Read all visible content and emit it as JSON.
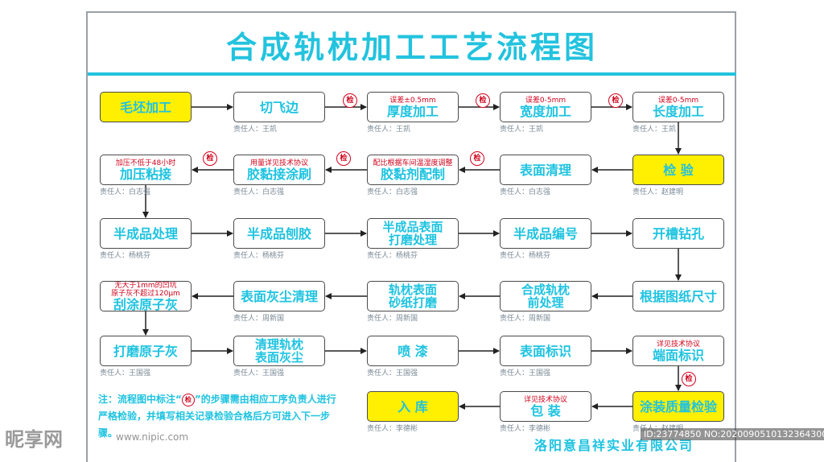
{
  "title": "合成轨枕加工工艺流程图",
  "check_label": "检",
  "steps": [
    {
      "label": "毛坯加工",
      "note": "",
      "resp": ""
    },
    {
      "label": "切飞边",
      "note": "",
      "resp": "责任人：王凯"
    },
    {
      "label": "厚度加工",
      "note": "误差±0.5mm",
      "resp": "责任人：王凯"
    },
    {
      "label": "宽度加工",
      "note": "误差0-5mm",
      "resp": "责任人：王凯"
    },
    {
      "label": "长度加工",
      "note": "误差0-5mm",
      "resp": "责任人：王凯"
    },
    {
      "label": "检  验",
      "note": "",
      "resp": "责任人：赵建明"
    },
    {
      "label": "表面清理",
      "note": "",
      "resp": "责任人：白志强"
    },
    {
      "label": "胶黏剂配制",
      "note": "配比根据车间温湿度调整",
      "resp": "责任人：白志强"
    },
    {
      "label": "胶黏接涂刷",
      "note": "用量详见技术协议",
      "resp": "责任人：白志强"
    },
    {
      "label": "加压粘接",
      "note": "加压不低于48小时",
      "resp": "责任人：白志强"
    },
    {
      "label": "半成品处理",
      "note": "",
      "resp": "责任人：杨桃芬"
    },
    {
      "label": "半成品刨胶",
      "note": "",
      "resp": "责任人：杨桃芬"
    },
    {
      "label": "半成品表面\n打磨处理",
      "note": "",
      "resp": "责任人：杨桃芬"
    },
    {
      "label": "半成品编号",
      "note": "",
      "resp": "责任人：杨桃芬"
    },
    {
      "label": "开槽钻孔",
      "note": "",
      "resp": ""
    },
    {
      "label": "根据图纸尺寸",
      "note": "",
      "resp": ""
    },
    {
      "label": "合成轨枕\n前处理",
      "note": "",
      "resp": "责任人：周新国"
    },
    {
      "label": "轨枕表面\n砂纸打磨",
      "note": "",
      "resp": "责任人：周新国"
    },
    {
      "label": "表面灰尘清理",
      "note": "",
      "resp": "责任人：周新国"
    },
    {
      "label": "刮涂原子灰",
      "note": "无大于1mm的凹坑\n原子灰不超过120μm",
      "resp": ""
    },
    {
      "label": "打磨原子灰",
      "note": "",
      "resp": "责任人：王国强"
    },
    {
      "label": "清理轨枕\n表面灰尘",
      "note": "",
      "resp": "责任人：王国强"
    },
    {
      "label": "喷  漆",
      "note": "",
      "resp": "责任人：王国强"
    },
    {
      "label": "表面标识",
      "note": "",
      "resp": "责任人：王国强"
    },
    {
      "label": "端面标识",
      "note": "详见技术协议",
      "resp": ""
    },
    {
      "label": "涂装质量检验",
      "note": "",
      "resp": "责任人：赵建明"
    },
    {
      "label": "包  装",
      "note": "详见技术协议",
      "resp": "责任人：李德彬"
    },
    {
      "label": "入  库",
      "note": "",
      "resp": "责任人：李德彬"
    }
  ],
  "footnote": {
    "prefix": "注：流程图中标注“",
    "suffix": "”的步骤需由相应工序负责人进行严格检验，并填写相关记录检验合格后方可进入下一步骤。"
  },
  "company": "洛阳意昌祥实业有限公司",
  "watermark": {
    "left": "昵享网",
    "url": "www.nipic.com",
    "id": "ID:23774850 NO:20200905101323643000"
  },
  "colors": {
    "accent": "#22c3de",
    "highlight": "#ffef00",
    "check": "#d0021b"
  }
}
